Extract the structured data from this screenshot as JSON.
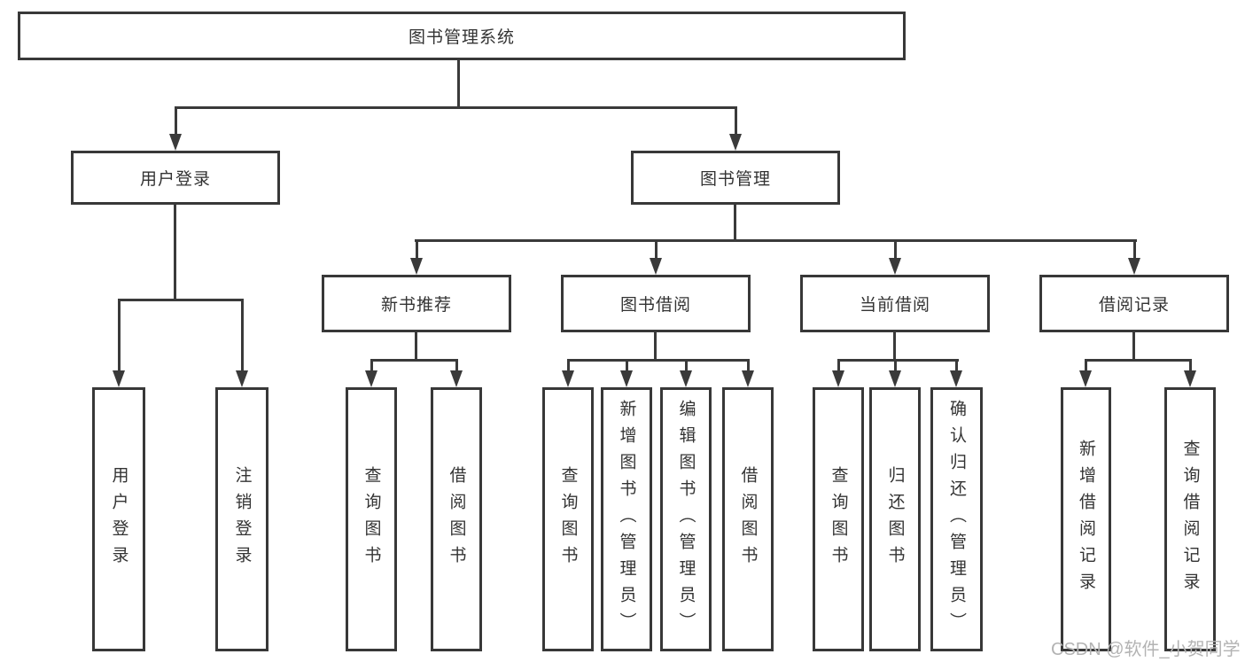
{
  "colors": {
    "line": "#3a3a3a",
    "border": "#383838",
    "text": "#333333",
    "watermark": "#b3b3b3",
    "background": "#ffffff"
  },
  "tree": {
    "root": "图书管理系统",
    "branches": [
      {
        "label": "用户登录",
        "leaves": [
          "用户登录",
          "注销登录"
        ]
      },
      {
        "label": "图书管理",
        "groups": [
          {
            "label": "新书推荐",
            "leaves": [
              "查询图书",
              "借阅图书"
            ]
          },
          {
            "label": "图书借阅",
            "leaves": [
              "查询图书",
              "新增图书（管理员）",
              "编辑图书（管理员）",
              "借阅图书"
            ]
          },
          {
            "label": "当前借阅",
            "leaves": [
              "查询图书",
              "归还图书",
              "确认归还（管理员）"
            ]
          },
          {
            "label": "借阅记录",
            "leaves": [
              "新增借阅记录",
              "查询借阅记录"
            ]
          }
        ]
      }
    ]
  },
  "watermark": "CSDN @软件_小贺同学"
}
